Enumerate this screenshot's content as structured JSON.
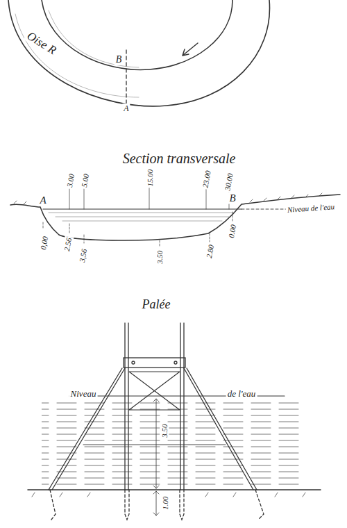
{
  "diagram": {
    "labels": [
      "Oise R",
      "B",
      "A",
      "Section transversale",
      "A",
      "B",
      "3.00",
      "5.00",
      "15.00",
      "23.00",
      "30.00",
      "Niveau de l'eau",
      "0,00",
      "2.56",
      "3,56",
      "3.50",
      "2.80",
      "0.00",
      "Palée",
      "Niveau",
      "de l'eau",
      "3.50",
      "1.00"
    ]
  }
}
